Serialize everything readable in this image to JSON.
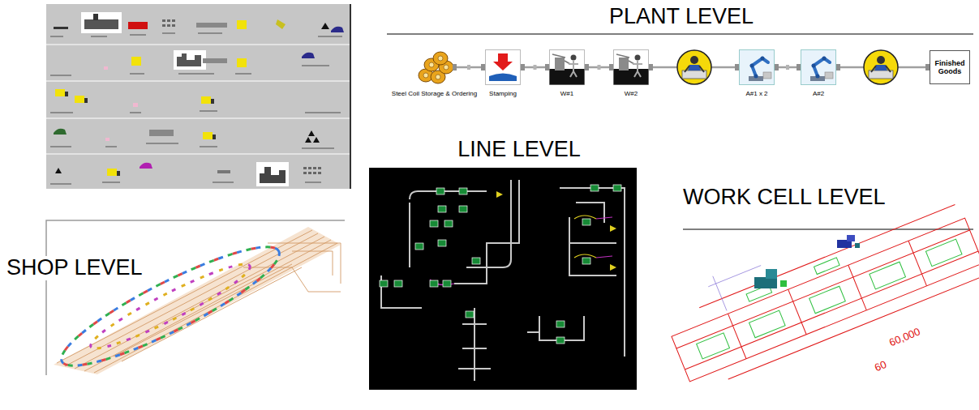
{
  "diagram": {
    "nodes": [
      {
        "text": [
          "Steel Coil Storage & Ordering"
        ]
      },
      {
        "text": [
          "Stamping"
        ]
      },
      {
        "text": [
          "W#1"
        ]
      },
      {
        "text": [
          "W#2"
        ]
      },
      {
        "text": [
          "A#1 x 2"
        ]
      },
      {
        "text": [
          "A#2"
        ]
      },
      {
        "text": [
          "Finished Goods"
        ]
      }
    ],
    "edges": [
      {
        "from": 0,
        "to": 1,
        "arrow": "none"
      },
      {
        "from": 1,
        "to": 2,
        "arrow": "none"
      },
      {
        "from": 2,
        "to": 3,
        "arrow": "none"
      },
      {
        "from": 3,
        "to": 4,
        "arrow": "none"
      },
      {
        "from": 4,
        "to": 5,
        "arrow": "none"
      },
      {
        "from": 5,
        "to": 6,
        "arrow": "none"
      }
    ],
    "labels": [
      "PLANT LEVEL",
      "LINE LEVEL",
      "WORK CELL LEVEL",
      "SHOP LEVEL",
      "60,000",
      "60"
    ]
  }
}
